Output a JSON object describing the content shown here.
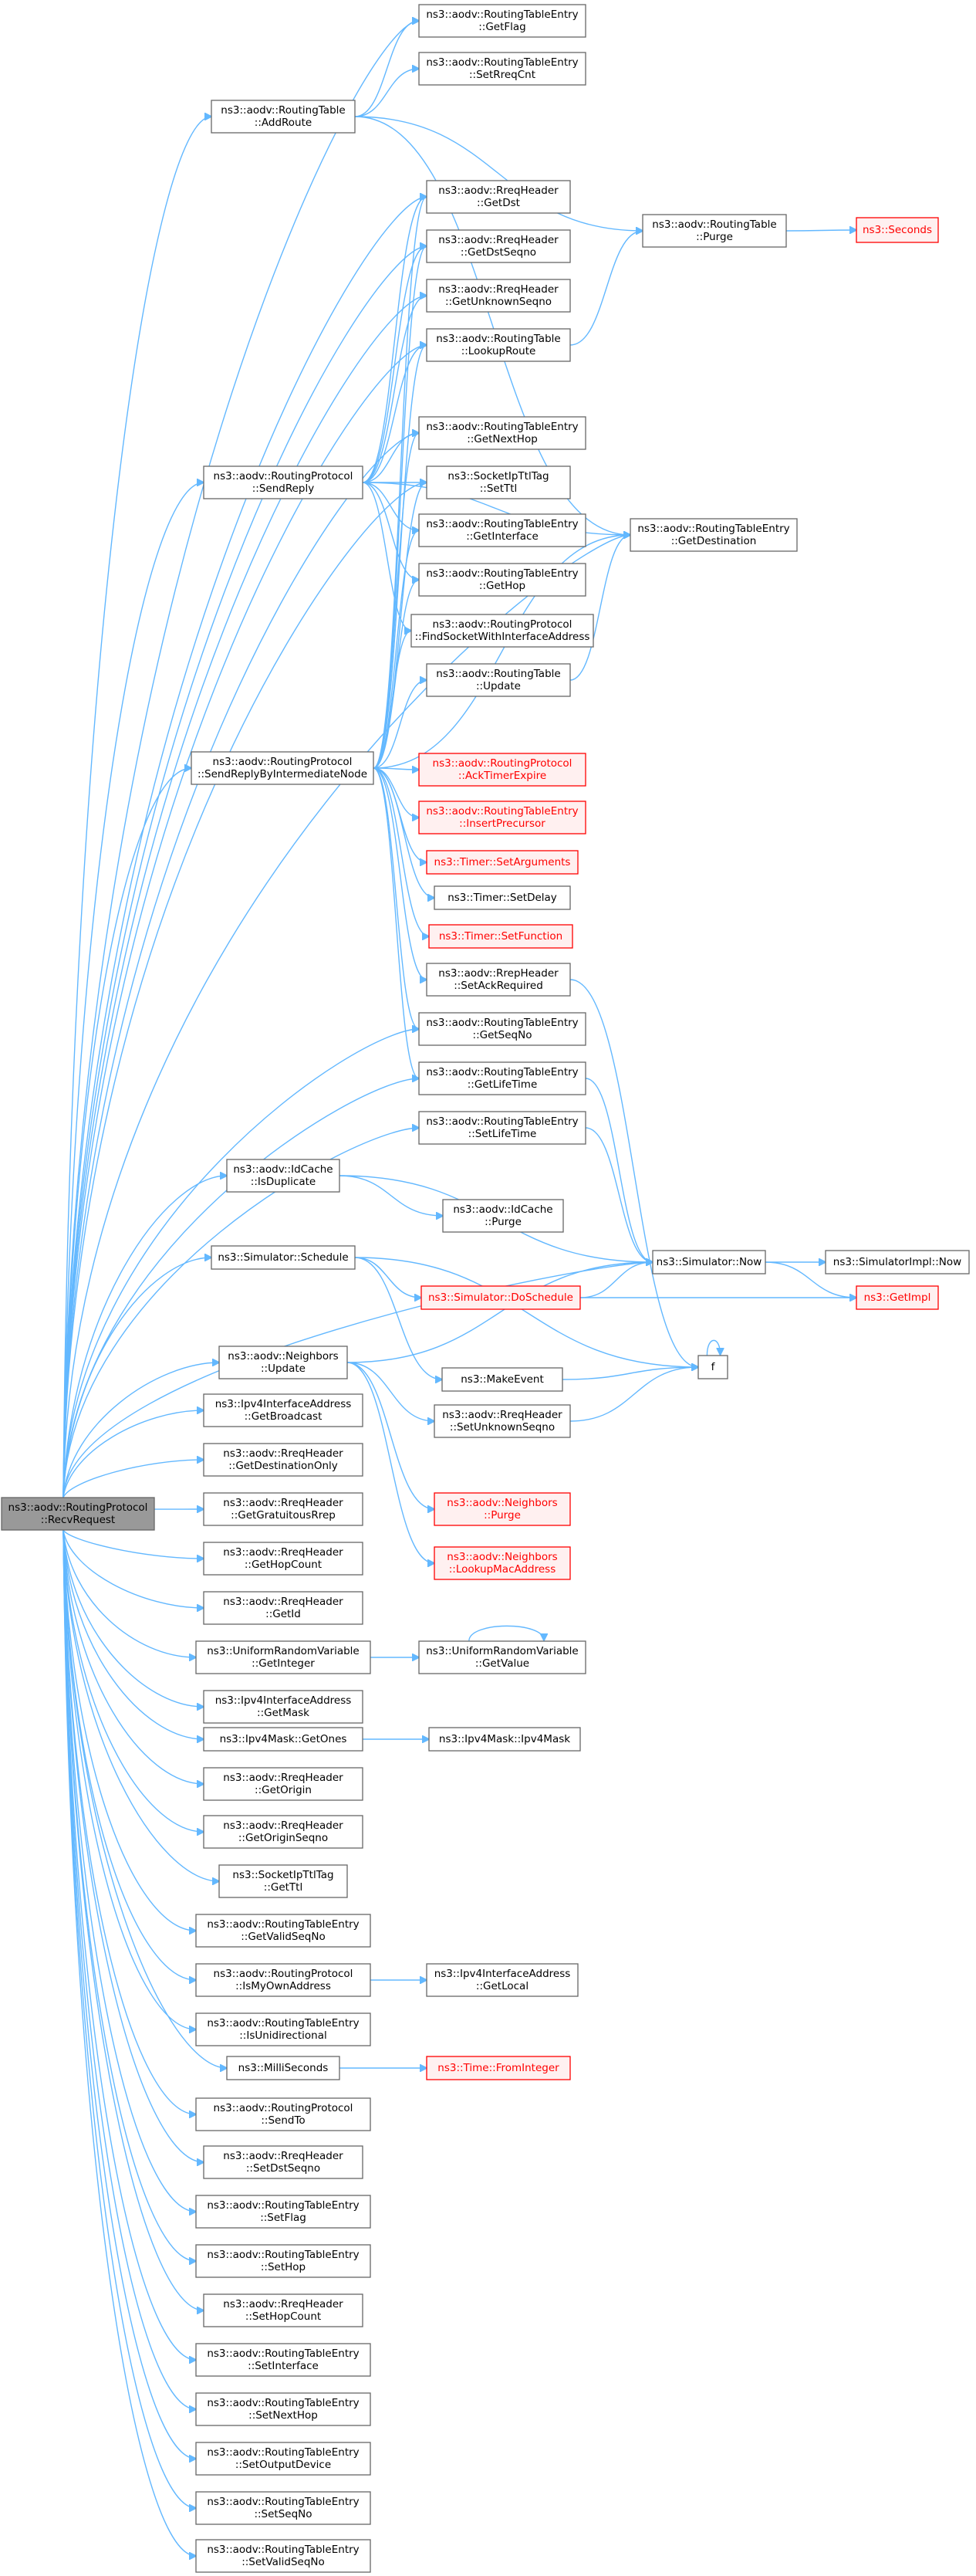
{
  "diagram": {
    "type": "call-graph",
    "root": "n_root",
    "nodes": [
      {
        "id": "n_root",
        "lines": [
          "ns3::aodv::RoutingProtocol",
          "::RecvRequest"
        ],
        "style": "root"
      },
      {
        "id": "n_getflag",
        "lines": [
          "ns3::aodv::RoutingTableEntry",
          "::GetFlag"
        ]
      },
      {
        "id": "n_setreqcnt",
        "lines": [
          "ns3::aodv::RoutingTableEntry",
          "::SetRreqCnt"
        ]
      },
      {
        "id": "n_addroute",
        "lines": [
          "ns3::aodv::RoutingTable",
          "::AddRoute"
        ]
      },
      {
        "id": "n_getdst",
        "lines": [
          "ns3::aodv::RreqHeader",
          "::GetDst"
        ]
      },
      {
        "id": "n_purge_rt",
        "lines": [
          "ns3::aodv::RoutingTable",
          "::Purge"
        ]
      },
      {
        "id": "n_seconds",
        "lines": [
          "ns3::Seconds"
        ],
        "style": "ext"
      },
      {
        "id": "n_getdstseqno",
        "lines": [
          "ns3::aodv::RreqHeader",
          "::GetDstSeqno"
        ]
      },
      {
        "id": "n_getunknownseqno",
        "lines": [
          "ns3::aodv::RreqHeader",
          "::GetUnknownSeqno"
        ]
      },
      {
        "id": "n_lookuproute",
        "lines": [
          "ns3::aodv::RoutingTable",
          "::LookupRoute"
        ]
      },
      {
        "id": "n_getnexthop",
        "lines": [
          "ns3::aodv::RoutingTableEntry",
          "::GetNextHop"
        ]
      },
      {
        "id": "n_sendreply",
        "lines": [
          "ns3::aodv::RoutingProtocol",
          "::SendReply"
        ]
      },
      {
        "id": "n_setttl",
        "lines": [
          "ns3::SocketIpTtlTag",
          "::SetTtl"
        ]
      },
      {
        "id": "n_getdestination",
        "lines": [
          "ns3::aodv::RoutingTableEntry",
          "::GetDestination"
        ]
      },
      {
        "id": "n_getinterface",
        "lines": [
          "ns3::aodv::RoutingTableEntry",
          "::GetInterface"
        ]
      },
      {
        "id": "n_gethop",
        "lines": [
          "ns3::aodv::RoutingTableEntry",
          "::GetHop"
        ]
      },
      {
        "id": "n_findsocket",
        "lines": [
          "ns3::aodv::RoutingProtocol",
          "::FindSocketWithInterfaceAddress"
        ]
      },
      {
        "id": "n_update_rt",
        "lines": [
          "ns3::aodv::RoutingTable",
          "::Update"
        ]
      },
      {
        "id": "n_sendreplyinter",
        "lines": [
          "ns3::aodv::RoutingProtocol",
          "::SendReplyByIntermediateNode"
        ]
      },
      {
        "id": "n_acktimer",
        "lines": [
          "ns3::aodv::RoutingProtocol",
          "::AckTimerExpire"
        ],
        "style": "ext"
      },
      {
        "id": "n_insertprec",
        "lines": [
          "ns3::aodv::RoutingTableEntry",
          "::InsertPrecursor"
        ],
        "style": "ext"
      },
      {
        "id": "n_setargs",
        "lines": [
          "ns3::Timer::SetArguments"
        ],
        "style": "ext"
      },
      {
        "id": "n_setdelay",
        "lines": [
          "ns3::Timer::SetDelay"
        ]
      },
      {
        "id": "n_setfunction",
        "lines": [
          "ns3::Timer::SetFunction"
        ],
        "style": "ext"
      },
      {
        "id": "n_setackreq",
        "lines": [
          "ns3::aodv::RrepHeader",
          "::SetAckRequired"
        ]
      },
      {
        "id": "n_getseqno",
        "lines": [
          "ns3::aodv::RoutingTableEntry",
          "::GetSeqNo"
        ]
      },
      {
        "id": "n_getlifetime",
        "lines": [
          "ns3::aodv::RoutingTableEntry",
          "::GetLifeTime"
        ]
      },
      {
        "id": "n_setlifetime",
        "lines": [
          "ns3::aodv::RoutingTableEntry",
          "::SetLifeTime"
        ]
      },
      {
        "id": "n_isduplicate",
        "lines": [
          "ns3::aodv::IdCache",
          "::IsDuplicate"
        ]
      },
      {
        "id": "n_idpurge",
        "lines": [
          "ns3::aodv::IdCache",
          "::Purge"
        ]
      },
      {
        "id": "n_now",
        "lines": [
          "ns3::Simulator::Now"
        ]
      },
      {
        "id": "n_simimplnow",
        "lines": [
          "ns3::SimulatorImpl::Now"
        ]
      },
      {
        "id": "n_schedule",
        "lines": [
          "ns3::Simulator::Schedule"
        ]
      },
      {
        "id": "n_doschedule",
        "lines": [
          "ns3::Simulator::DoSchedule"
        ],
        "style": "ext"
      },
      {
        "id": "n_getimpl",
        "lines": [
          "ns3::GetImpl"
        ],
        "style": "ext"
      },
      {
        "id": "n_f",
        "lines": [
          "f"
        ]
      },
      {
        "id": "n_nbupdate",
        "lines": [
          "ns3::aodv::Neighbors",
          "::Update"
        ]
      },
      {
        "id": "n_makeevent",
        "lines": [
          "ns3::MakeEvent"
        ]
      },
      {
        "id": "n_getbroadcast",
        "lines": [
          "ns3::Ipv4InterfaceAddress",
          "::GetBroadcast"
        ]
      },
      {
        "id": "n_setunknownseqno",
        "lines": [
          "ns3::aodv::RreqHeader",
          "::SetUnknownSeqno"
        ]
      },
      {
        "id": "n_getdestonly",
        "lines": [
          "ns3::aodv::RreqHeader",
          "::GetDestinationOnly"
        ]
      },
      {
        "id": "n_getgratuitous",
        "lines": [
          "ns3::aodv::RreqHeader",
          "::GetGratuitousRrep"
        ]
      },
      {
        "id": "n_nbpurge",
        "lines": [
          "ns3::aodv::Neighbors",
          "::Purge"
        ],
        "style": "ext"
      },
      {
        "id": "n_gethopcount",
        "lines": [
          "ns3::aodv::RreqHeader",
          "::GetHopCount"
        ]
      },
      {
        "id": "n_lookupmac",
        "lines": [
          "ns3::aodv::Neighbors",
          "::LookupMacAddress"
        ],
        "style": "ext"
      },
      {
        "id": "n_getid",
        "lines": [
          "ns3::aodv::RreqHeader",
          "::GetId"
        ]
      },
      {
        "id": "n_getinteger",
        "lines": [
          "ns3::UniformRandomVariable",
          "::GetInteger"
        ]
      },
      {
        "id": "n_getvalue",
        "lines": [
          "ns3::UniformRandomVariable",
          "::GetValue"
        ]
      },
      {
        "id": "n_getmask",
        "lines": [
          "ns3::Ipv4InterfaceAddress",
          "::GetMask"
        ]
      },
      {
        "id": "n_getones",
        "lines": [
          "ns3::Ipv4Mask::GetOnes"
        ]
      },
      {
        "id": "n_ipv4mask",
        "lines": [
          "ns3::Ipv4Mask::Ipv4Mask"
        ]
      },
      {
        "id": "n_getorigin",
        "lines": [
          "ns3::aodv::RreqHeader",
          "::GetOrigin"
        ]
      },
      {
        "id": "n_getoriginseqno",
        "lines": [
          "ns3::aodv::RreqHeader",
          "::GetOriginSeqno"
        ]
      },
      {
        "id": "n_getttl",
        "lines": [
          "ns3::SocketIpTtlTag",
          "::GetTtl"
        ]
      },
      {
        "id": "n_getvalidseqno",
        "lines": [
          "ns3::aodv::RoutingTableEntry",
          "::GetValidSeqNo"
        ]
      },
      {
        "id": "n_ismyown",
        "lines": [
          "ns3::aodv::RoutingProtocol",
          "::IsMyOwnAddress"
        ]
      },
      {
        "id": "n_getlocal",
        "lines": [
          "ns3::Ipv4InterfaceAddress",
          "::GetLocal"
        ]
      },
      {
        "id": "n_isunidir",
        "lines": [
          "ns3::aodv::RoutingTableEntry",
          "::IsUnidirectional"
        ]
      },
      {
        "id": "n_milliseconds",
        "lines": [
          "ns3::MilliSeconds"
        ]
      },
      {
        "id": "n_frominteger",
        "lines": [
          "ns3::Time::FromInteger"
        ],
        "style": "ext"
      },
      {
        "id": "n_sendto",
        "lines": [
          "ns3::aodv::RoutingProtocol",
          "::SendTo"
        ]
      },
      {
        "id": "n_setdstseqno",
        "lines": [
          "ns3::aodv::RreqHeader",
          "::SetDstSeqno"
        ]
      },
      {
        "id": "n_setflag",
        "lines": [
          "ns3::aodv::RoutingTableEntry",
          "::SetFlag"
        ]
      },
      {
        "id": "n_sethop",
        "lines": [
          "ns3::aodv::RoutingTableEntry",
          "::SetHop"
        ]
      },
      {
        "id": "n_sethopcount",
        "lines": [
          "ns3::aodv::RreqHeader",
          "::SetHopCount"
        ]
      },
      {
        "id": "n_setinterface",
        "lines": [
          "ns3::aodv::RoutingTableEntry",
          "::SetInterface"
        ]
      },
      {
        "id": "n_setnexthop",
        "lines": [
          "ns3::aodv::RoutingTableEntry",
          "::SetNextHop"
        ]
      },
      {
        "id": "n_setoutputdevice",
        "lines": [
          "ns3::aodv::RoutingTableEntry",
          "::SetOutputDevice"
        ]
      },
      {
        "id": "n_setseqno",
        "lines": [
          "ns3::aodv::RoutingTableEntry",
          "::SetSeqNo"
        ]
      },
      {
        "id": "n_setvalidseqno",
        "lines": [
          "ns3::aodv::RoutingTableEntry",
          "::SetValidSeqNo"
        ]
      }
    ],
    "edges": [
      [
        "n_root",
        "n_getflag"
      ],
      [
        "n_root",
        "n_addroute"
      ],
      [
        "n_root",
        "n_getdst"
      ],
      [
        "n_root",
        "n_getdstseqno"
      ],
      [
        "n_root",
        "n_getunknownseqno"
      ],
      [
        "n_root",
        "n_lookuproute"
      ],
      [
        "n_root",
        "n_getnexthop"
      ],
      [
        "n_root",
        "n_sendreply"
      ],
      [
        "n_root",
        "n_setttl"
      ],
      [
        "n_root",
        "n_getdestination"
      ],
      [
        "n_root",
        "n_sendreplyinter"
      ],
      [
        "n_root",
        "n_getseqno"
      ],
      [
        "n_root",
        "n_getlifetime"
      ],
      [
        "n_root",
        "n_setlifetime"
      ],
      [
        "n_root",
        "n_isduplicate"
      ],
      [
        "n_root",
        "n_now"
      ],
      [
        "n_root",
        "n_schedule"
      ],
      [
        "n_root",
        "n_nbupdate"
      ],
      [
        "n_root",
        "n_getbroadcast"
      ],
      [
        "n_root",
        "n_getdestonly"
      ],
      [
        "n_root",
        "n_getgratuitous"
      ],
      [
        "n_root",
        "n_gethopcount"
      ],
      [
        "n_root",
        "n_getid"
      ],
      [
        "n_root",
        "n_getinteger"
      ],
      [
        "n_root",
        "n_getmask"
      ],
      [
        "n_root",
        "n_getones"
      ],
      [
        "n_root",
        "n_getorigin"
      ],
      [
        "n_root",
        "n_getoriginseqno"
      ],
      [
        "n_root",
        "n_getttl"
      ],
      [
        "n_root",
        "n_getvalidseqno"
      ],
      [
        "n_root",
        "n_ismyown"
      ],
      [
        "n_root",
        "n_isunidir"
      ],
      [
        "n_root",
        "n_milliseconds"
      ],
      [
        "n_root",
        "n_sendto"
      ],
      [
        "n_root",
        "n_setdstseqno"
      ],
      [
        "n_root",
        "n_setflag"
      ],
      [
        "n_root",
        "n_sethop"
      ],
      [
        "n_root",
        "n_sethopcount"
      ],
      [
        "n_root",
        "n_setinterface"
      ],
      [
        "n_root",
        "n_setnexthop"
      ],
      [
        "n_root",
        "n_setoutputdevice"
      ],
      [
        "n_root",
        "n_setseqno"
      ],
      [
        "n_root",
        "n_setvalidseqno"
      ],
      [
        "n_addroute",
        "n_getflag"
      ],
      [
        "n_addroute",
        "n_setreqcnt"
      ],
      [
        "n_addroute",
        "n_purge_rt"
      ],
      [
        "n_addroute",
        "n_getdestination"
      ],
      [
        "n_purge_rt",
        "n_seconds"
      ],
      [
        "n_lookuproute",
        "n_purge_rt"
      ],
      [
        "n_sendreply",
        "n_getdst"
      ],
      [
        "n_sendreply",
        "n_getdstseqno"
      ],
      [
        "n_sendreply",
        "n_getunknownseqno"
      ],
      [
        "n_sendreply",
        "n_lookuproute"
      ],
      [
        "n_sendreply",
        "n_getnexthop"
      ],
      [
        "n_sendreply",
        "n_setttl"
      ],
      [
        "n_sendreply",
        "n_getdestination"
      ],
      [
        "n_sendreply",
        "n_getinterface"
      ],
      [
        "n_sendreply",
        "n_gethop"
      ],
      [
        "n_sendreply",
        "n_findsocket"
      ],
      [
        "n_sendreplyinter",
        "n_lookuproute"
      ],
      [
        "n_sendreplyinter",
        "n_getnexthop"
      ],
      [
        "n_sendreplyinter",
        "n_setttl"
      ],
      [
        "n_sendreplyinter",
        "n_getdestination"
      ],
      [
        "n_sendreplyinter",
        "n_getinterface"
      ],
      [
        "n_sendreplyinter",
        "n_gethop"
      ],
      [
        "n_sendreplyinter",
        "n_findsocket"
      ],
      [
        "n_sendreplyinter",
        "n_update_rt"
      ],
      [
        "n_sendreplyinter",
        "n_acktimer"
      ],
      [
        "n_sendreplyinter",
        "n_insertprec"
      ],
      [
        "n_sendreplyinter",
        "n_setargs"
      ],
      [
        "n_sendreplyinter",
        "n_setdelay"
      ],
      [
        "n_sendreplyinter",
        "n_setfunction"
      ],
      [
        "n_sendreplyinter",
        "n_setackreq"
      ],
      [
        "n_sendreplyinter",
        "n_getseqno"
      ],
      [
        "n_sendreplyinter",
        "n_getlifetime"
      ],
      [
        "n_sendreplyinter",
        "n_getdst"
      ],
      [
        "n_sendreplyinter",
        "n_getdstseqno"
      ],
      [
        "n_update_rt",
        "n_getdestination"
      ],
      [
        "n_setackreq",
        "n_f"
      ],
      [
        "n_getlifetime",
        "n_now"
      ],
      [
        "n_setlifetime",
        "n_now"
      ],
      [
        "n_isduplicate",
        "n_idpurge"
      ],
      [
        "n_isduplicate",
        "n_now"
      ],
      [
        "n_now",
        "n_simimplnow"
      ],
      [
        "n_now",
        "n_getimpl"
      ],
      [
        "n_schedule",
        "n_doschedule"
      ],
      [
        "n_schedule",
        "n_makeevent"
      ],
      [
        "n_schedule",
        "n_f"
      ],
      [
        "n_doschedule",
        "n_now"
      ],
      [
        "n_doschedule",
        "n_getimpl"
      ],
      [
        "n_makeevent",
        "n_f"
      ],
      [
        "n_f",
        "n_f"
      ],
      [
        "n_nbupdate",
        "n_now"
      ],
      [
        "n_nbupdate",
        "n_setunknownseqno"
      ],
      [
        "n_nbupdate",
        "n_nbpurge"
      ],
      [
        "n_nbupdate",
        "n_lookupmac"
      ],
      [
        "n_setunknownseqno",
        "n_f"
      ],
      [
        "n_getinteger",
        "n_getvalue"
      ],
      [
        "n_getvalue",
        "n_getvalue"
      ],
      [
        "n_getones",
        "n_ipv4mask"
      ],
      [
        "n_ismyown",
        "n_getlocal"
      ],
      [
        "n_milliseconds",
        "n_frominteger"
      ]
    ]
  }
}
